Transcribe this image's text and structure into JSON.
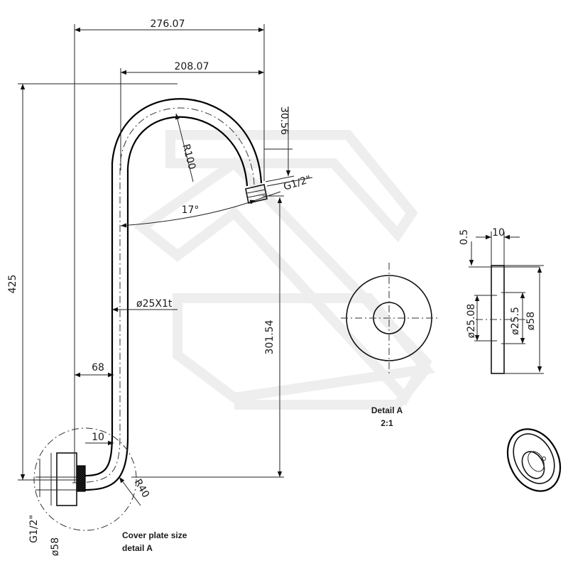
{
  "dimensions": {
    "overall_width": "276.07",
    "arc_width": "208.07",
    "height": "425",
    "lower_height": "301.54",
    "outlet_offset": "30.56",
    "bend_radius_top": "R100",
    "bend_radius_bottom": "R40",
    "pipe_spec": "ø25X1t",
    "angle": "17°",
    "thread_outlet": "G1/2\"",
    "thread_inlet": "G1/2\"",
    "inlet_offset": "68",
    "inlet_length": "10",
    "cover_diameter": "ø58"
  },
  "notes": {
    "cover_plate_line1": "Cover plate size",
    "cover_plate_line2": "detail A",
    "detail_title": "Detail A",
    "detail_scale": "2:1"
  },
  "detail_section": {
    "thickness": "0.5",
    "width": "10",
    "inner_diameter": "ø25.08",
    "mid_diameter": "ø25.5",
    "outer_diameter": "ø58"
  }
}
